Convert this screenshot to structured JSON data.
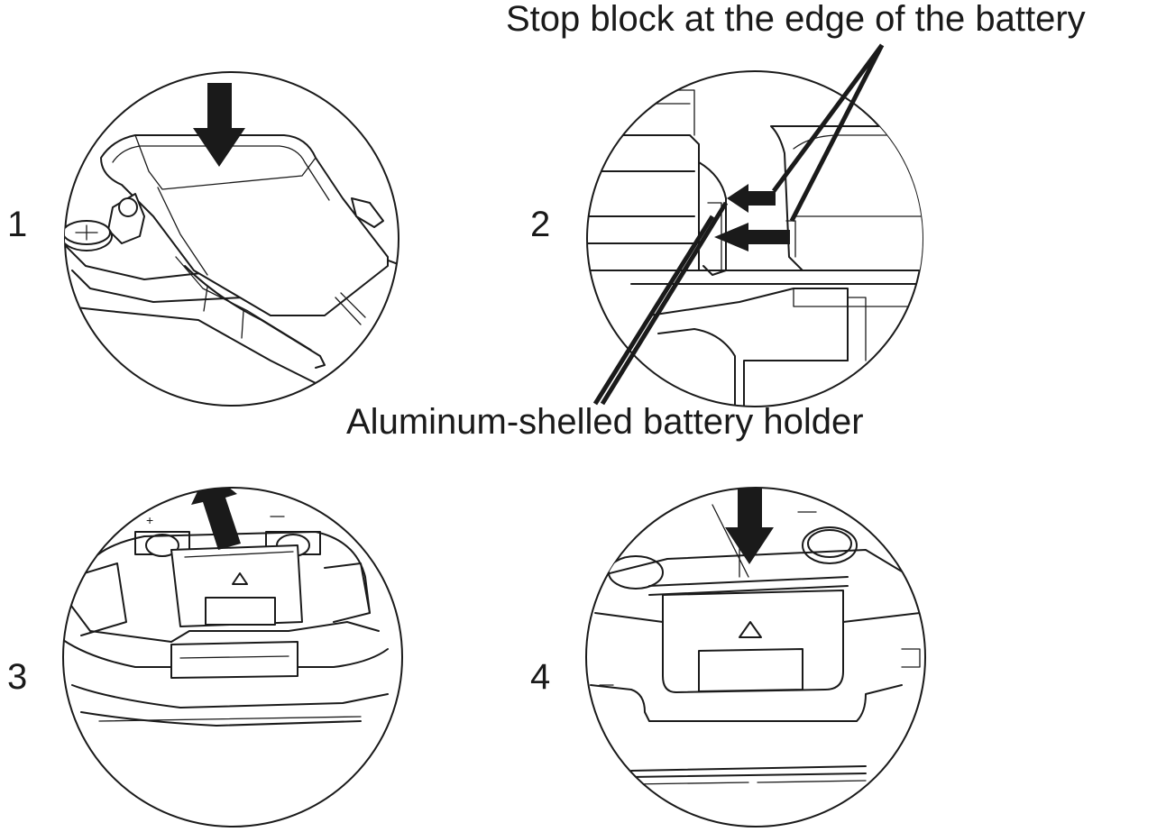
{
  "steps": [
    {
      "number": "1"
    },
    {
      "number": "2"
    },
    {
      "number": "3"
    },
    {
      "number": "4"
    }
  ],
  "callouts": {
    "stop_block": "Stop block at the edge of the battery",
    "battery_holder": "Aluminum-shelled battery holder"
  },
  "colors": {
    "line": "#1a1a1a",
    "background": "#ffffff"
  }
}
